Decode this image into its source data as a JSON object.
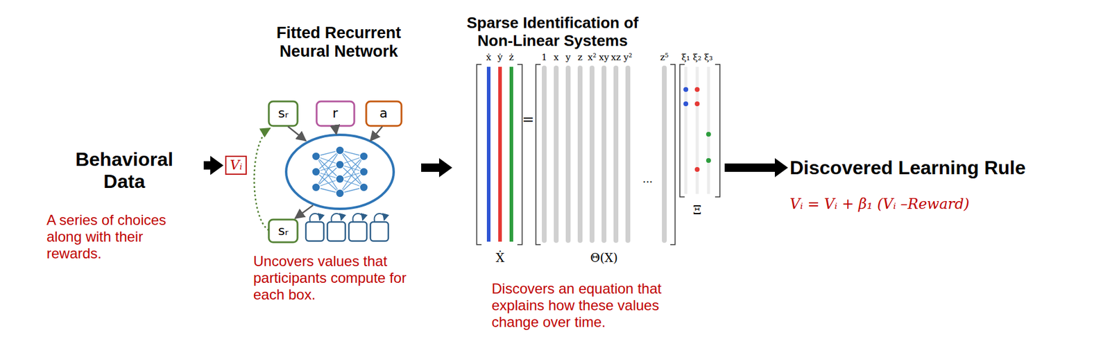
{
  "diagram": {
    "nodes": [
      {
        "text": [
          "Behavioral Data",
          "A series of choices along with their rewards."
        ]
      },
      {
        "text": [
          "Fitted Recurrent Neural Network",
          "Uncovers values that participants compute for each box."
        ]
      },
      {
        "text": [
          "Vᵢ"
        ],
        "in": 1
      },
      {
        "text": [
          "Sparse Identification of Non-Linear Systems",
          "Discovers an equation that explains how these values change over time."
        ]
      },
      {
        "text": [
          "Discovered Learning Rule",
          "Vᵢ = Vᵢ + β₁ (Vᵢ –Reward)"
        ]
      }
    ],
    "edges": [
      {
        "from": 0,
        "to": 2,
        "arrow": "to"
      },
      {
        "from": 1,
        "to": 3,
        "arrow": "to"
      },
      {
        "from": 3,
        "to": 4,
        "arrow": "to"
      }
    ],
    "labels": [
      "sᵣ",
      "r",
      "a",
      "sᵣ",
      "ẋ",
      "ẏ",
      "ż",
      "=",
      "1",
      "x",
      "y",
      "z",
      "x²",
      "xy",
      "xz",
      "y²",
      "...",
      "z⁵",
      "ξ₁",
      "ξ₂",
      "ξ₃",
      "Ẋ",
      "Θ(X)",
      "Ξ"
    ]
  }
}
